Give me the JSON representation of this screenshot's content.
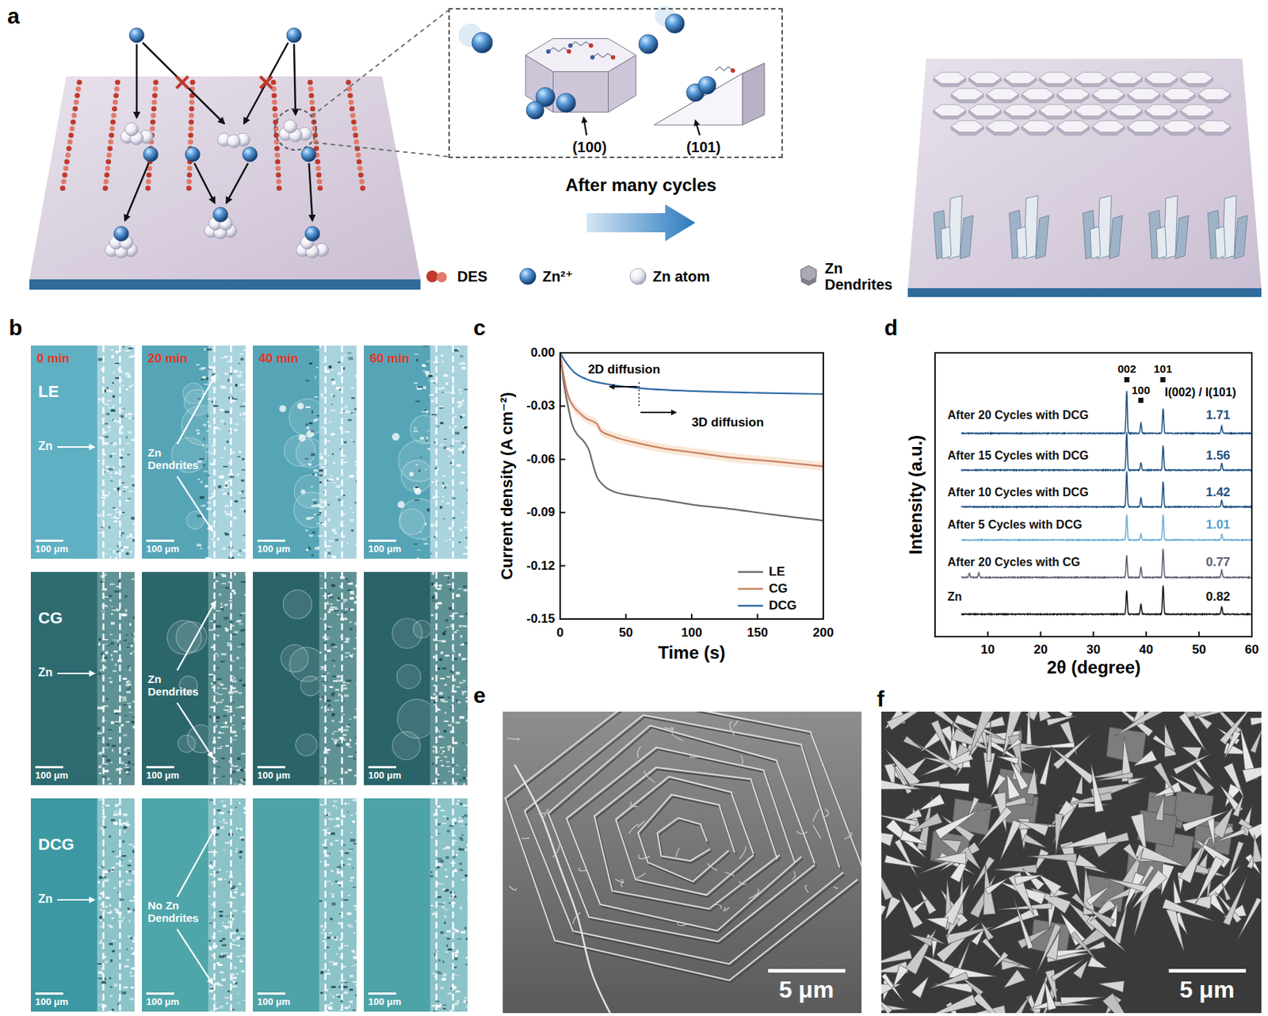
{
  "diagram": {
    "nodes": [
      {
        "text": [
          "(100)",
          "(101)"
        ]
      },
      {
        "text": [
          "0 min",
          "LE",
          "Zn",
          "100 μm"
        ]
      },
      {
        "text": [
          "20 min",
          "Zn Dendrites",
          "100 μm"
        ]
      },
      {
        "text": [
          "40 min",
          "100 μm"
        ]
      },
      {
        "text": [
          "60 min",
          "100 μm"
        ]
      },
      {
        "text": [
          "CG",
          "Zn",
          "100 μm"
        ]
      },
      {
        "text": [
          "Zn Dendrites",
          "100 μm"
        ]
      },
      {
        "text": [
          "100 μm"
        ]
      },
      {
        "text": [
          "100 μm"
        ]
      },
      {
        "text": [
          "DCG",
          "Zn",
          "100 μm"
        ]
      },
      {
        "text": [
          "No Zn Dendrites",
          "100 μm"
        ]
      },
      {
        "text": [
          "100 μm"
        ]
      },
      {
        "text": [
          "100 μm"
        ]
      },
      {
        "text": [
          "5 μm"
        ]
      },
      {
        "text": [
          "5 μm"
        ]
      }
    ],
    "labels": [
      "a",
      "After many cycles",
      "b",
      "c",
      "Current density (A cm⁻²)",
      "Time (s)",
      "0.00",
      "-0.03",
      "-0.06",
      "-0.09",
      "-0.12",
      "-0.15",
      "0",
      "50",
      "100",
      "150",
      "200",
      "2D diffusion",
      "3D diffusion",
      "d",
      "Intensity (a.u.)",
      "2θ (degree)",
      "10",
      "20",
      "30",
      "40",
      "50",
      "60",
      "002",
      "100",
      "101",
      "I(002) / I(101)",
      "After 20 Cycles with DCG",
      "After 15 Cycles with DCG",
      "After 10 Cycles with DCG",
      "After 5 Cycles with DCG",
      "After 20 Cycles with CG",
      "Zn",
      "1.71",
      "1.56",
      "1.42",
      "1.01",
      "0.77",
      "0.82",
      "e",
      "f"
    ],
    "legend": [
      {
        "text": "DES"
      },
      {
        "text": "Zn²⁺"
      },
      {
        "text": "Zn atom"
      },
      {
        "text": "Zn Dendrites"
      },
      {
        "text": "LE"
      },
      {
        "text": "CG"
      },
      {
        "text": "DCG"
      }
    ]
  }
}
